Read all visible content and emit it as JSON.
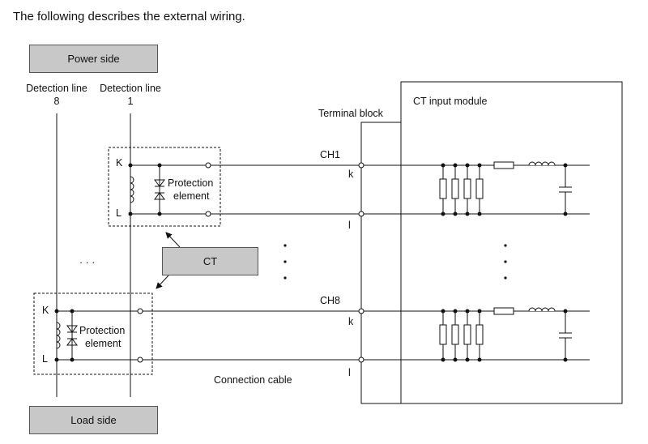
{
  "heading": "The following describes the external wiring.",
  "power_side": "Power side",
  "load_side": "Load side",
  "ct_label": "CT",
  "detection_line_label": "Detection line",
  "detection_line_8": "8",
  "detection_line_1": "1",
  "terminal_block": "Terminal block",
  "ct_input_module": "CT input module",
  "ch1": "CH1",
  "ch8": "CH8",
  "terminal_k": "k",
  "terminal_l": "l",
  "coil_K": "K",
  "coil_L": "L",
  "protection_line1": "Protection",
  "protection_line2": "element",
  "connection_cable": "Connection cable",
  "ellipsis_horizontal": "· · ·"
}
